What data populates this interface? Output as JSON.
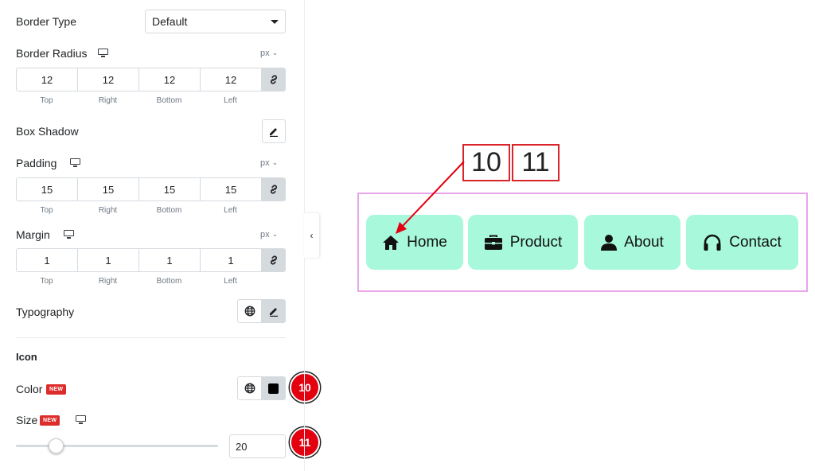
{
  "border_type": {
    "label": "Border Type",
    "value": "Default"
  },
  "border_radius": {
    "label": "Border Radius",
    "unit": "px",
    "values": {
      "top": "12",
      "right": "12",
      "bottom": "12",
      "left": "12"
    }
  },
  "dimension_labels": {
    "top": "Top",
    "right": "Right",
    "bottom": "Bottom",
    "left": "Left"
  },
  "box_shadow": {
    "label": "Box Shadow"
  },
  "padding": {
    "label": "Padding",
    "unit": "px",
    "values": {
      "top": "15",
      "right": "15",
      "bottom": "15",
      "left": "15"
    }
  },
  "margin": {
    "label": "Margin",
    "unit": "px",
    "values": {
      "top": "1",
      "right": "1",
      "bottom": "1",
      "left": "1"
    }
  },
  "typography": {
    "label": "Typography"
  },
  "icon_section": {
    "heading": "Icon"
  },
  "color_control": {
    "label": "Color",
    "badge": "NEW",
    "swatch": "#000000"
  },
  "size_control": {
    "label": "Size",
    "badge": "NEW",
    "value": "20",
    "slider_fraction": 0.2
  },
  "callouts": {
    "first": "10",
    "second": "11"
  },
  "preview": {
    "annotation_numbers": [
      "10",
      "11"
    ],
    "nav_items": [
      {
        "label": "Home",
        "icon": "home-icon"
      },
      {
        "label": "Product",
        "icon": "briefcase-icon"
      },
      {
        "label": "About",
        "icon": "user-icon"
      },
      {
        "label": "Contact",
        "icon": "headphones-icon"
      }
    ]
  },
  "colors": {
    "button_bg": "#a8f8dc",
    "preview_border": "#e8a5ea",
    "accent_red": "#e3000f",
    "badge_red": "#dd2c2c"
  }
}
